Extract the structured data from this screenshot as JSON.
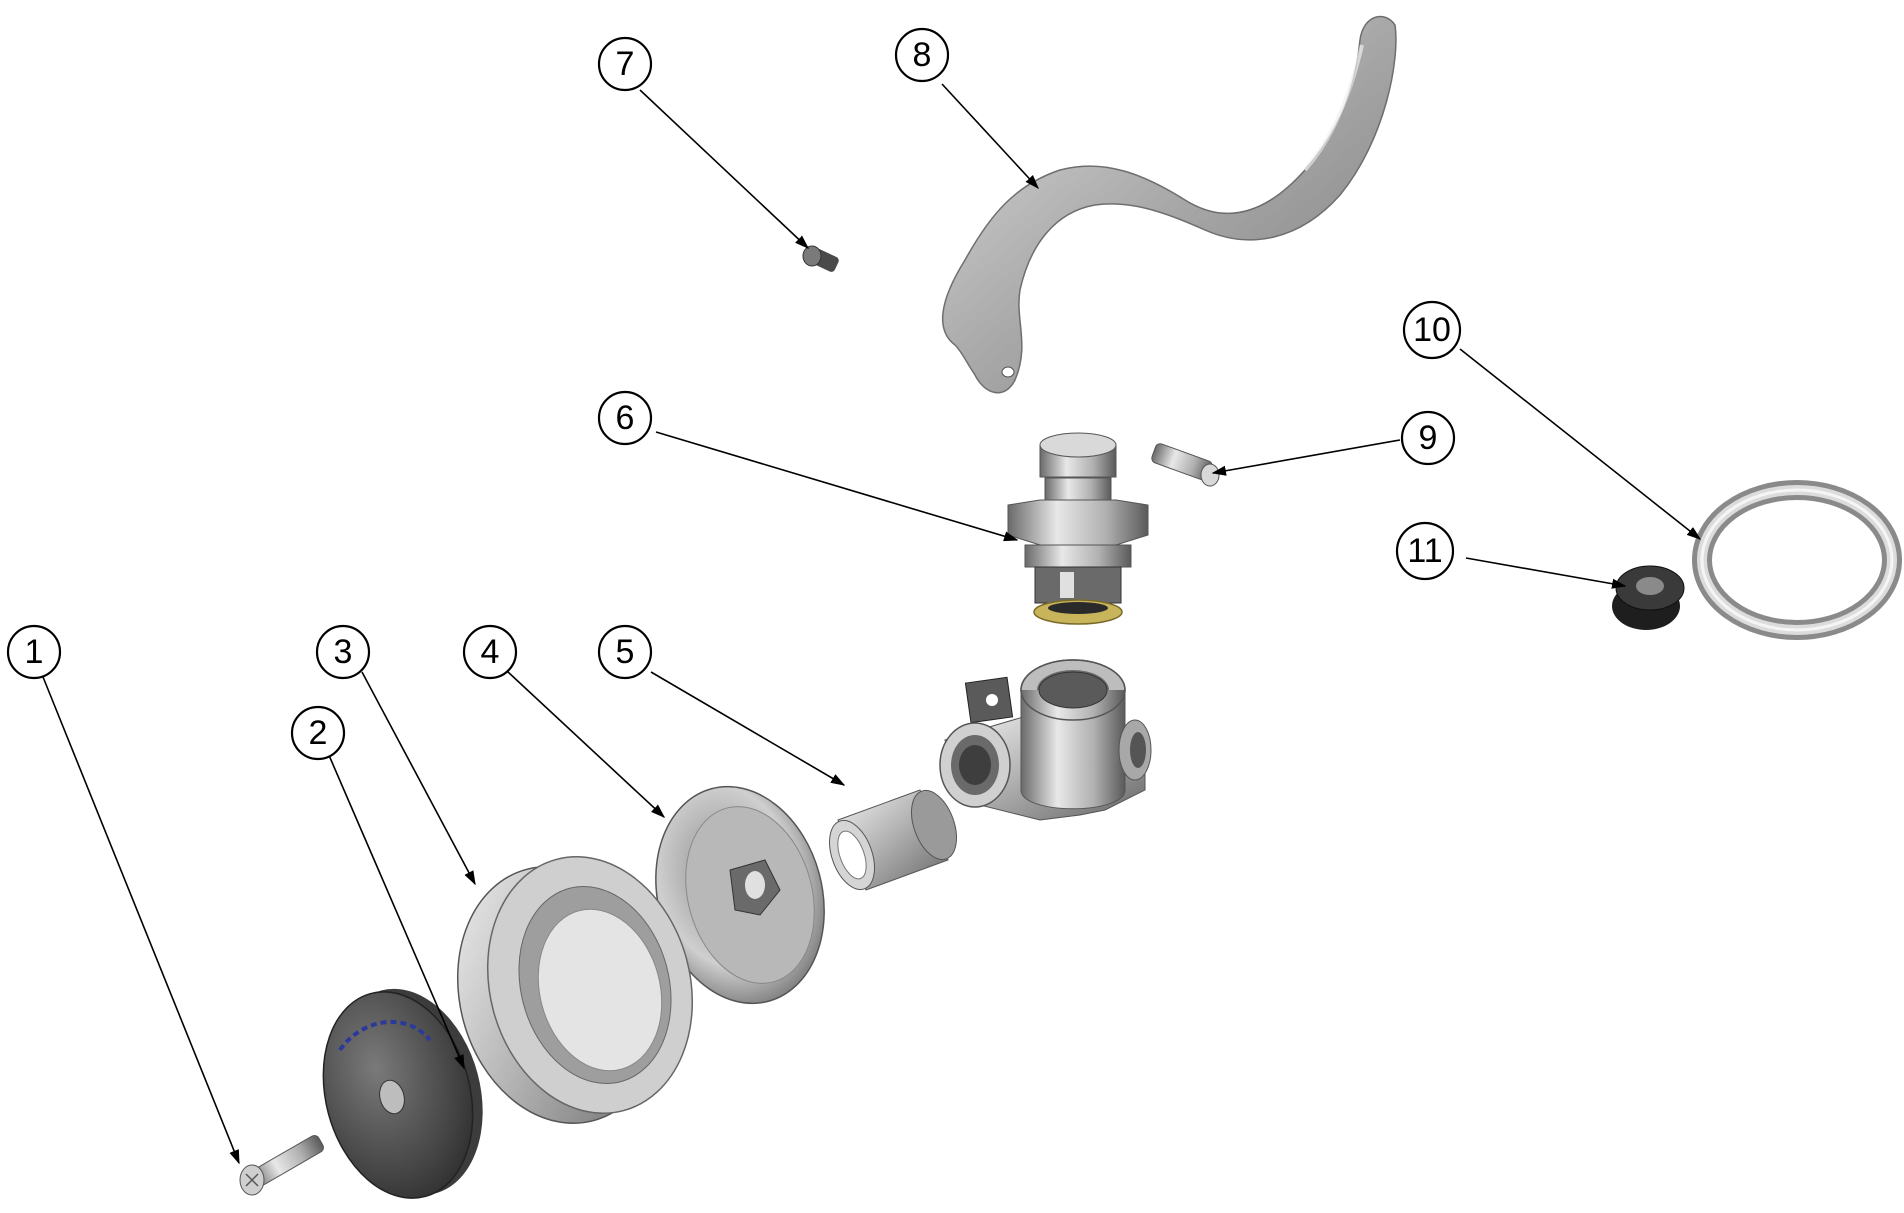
{
  "diagram": {
    "type": "exploded-parts-view",
    "callouts": [
      {
        "id": "1",
        "label": "1"
      },
      {
        "id": "2",
        "label": "2"
      },
      {
        "id": "3",
        "label": "3"
      },
      {
        "id": "4",
        "label": "4"
      },
      {
        "id": "5",
        "label": "5"
      },
      {
        "id": "6",
        "label": "6"
      },
      {
        "id": "7",
        "label": "7"
      },
      {
        "id": "8",
        "label": "8"
      },
      {
        "id": "9",
        "label": "9"
      },
      {
        "id": "10",
        "label": "10"
      },
      {
        "id": "11",
        "label": "11"
      }
    ],
    "colors": {
      "metal_light": "#e6e6e6",
      "metal_mid": "#a9a9a9",
      "metal_dark": "#5e5e5e",
      "washer_gold": "#c8b45a",
      "rubber_black": "#1e1e1e",
      "stamp_blue": "#2b3a9a"
    }
  }
}
